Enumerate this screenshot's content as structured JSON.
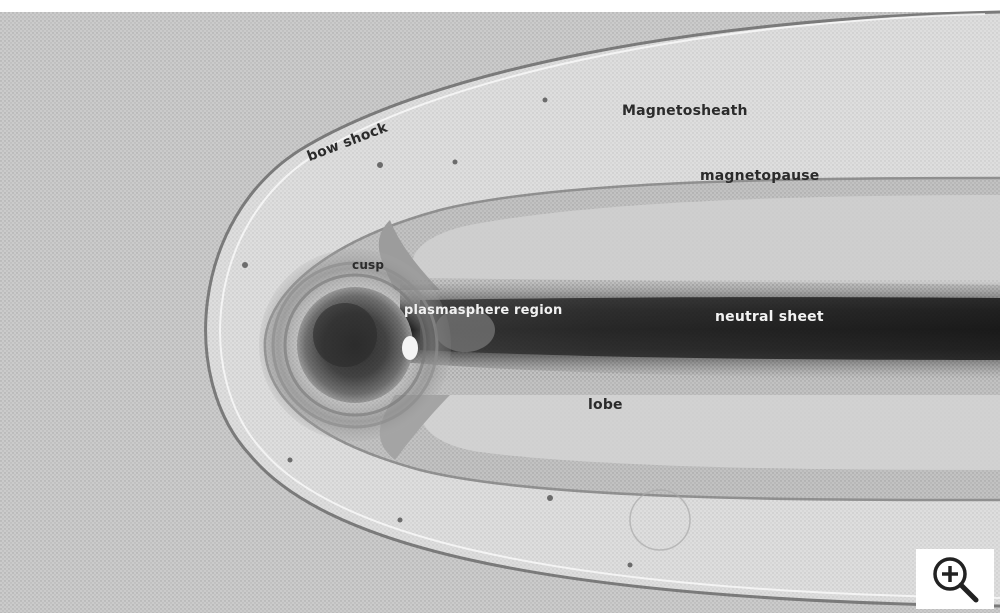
{
  "labels": {
    "bow_shock": "bow shock",
    "magnetosheath": "Magnetosheath",
    "magnetopause": "magnetopause",
    "cusp": "cusp",
    "plasma_region": "plasmasphere region",
    "neutral_sheet": "neutral sheet",
    "lobe": "lobe"
  },
  "controls": {
    "zoom_icon": "zoom-in-magnifier"
  },
  "colors": {
    "background": "#c9c9c9",
    "sheath": "#dcdcdc",
    "magnetosphere": "#bdbdbd",
    "neutral_sheet": "#2a2a2a",
    "earth": "#3c3c3c"
  }
}
